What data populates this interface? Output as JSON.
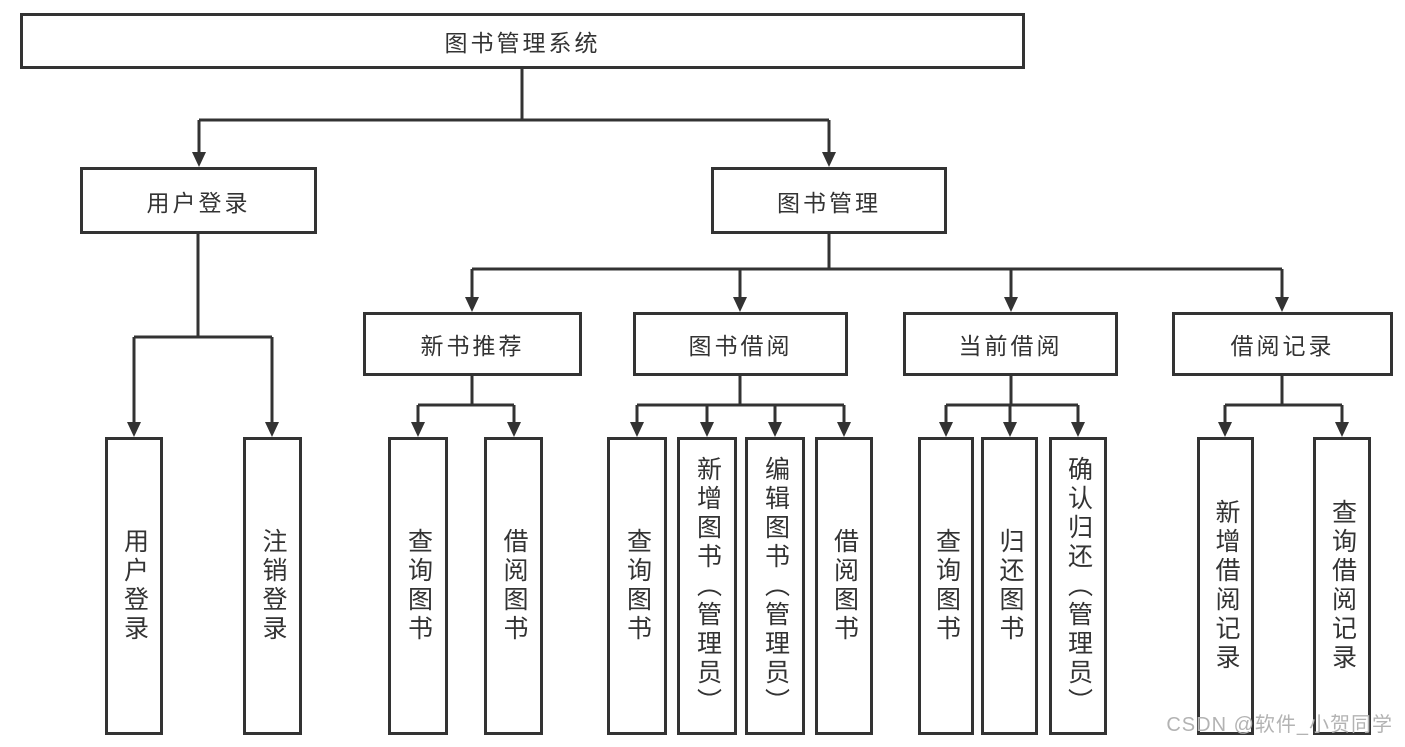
{
  "tree": {
    "label": "图书管理系统",
    "children": [
      {
        "label": "用户登录",
        "children": [
          {
            "label": "用户登录"
          },
          {
            "label": "注销登录"
          }
        ]
      },
      {
        "label": "图书管理",
        "children": [
          {
            "label": "新书推荐",
            "children": [
              {
                "label": "查询图书"
              },
              {
                "label": "借阅图书"
              }
            ]
          },
          {
            "label": "图书借阅",
            "children": [
              {
                "label": "查询图书"
              },
              {
                "label": "新增图书（管理员）"
              },
              {
                "label": "编辑图书（管理员）"
              },
              {
                "label": "借阅图书"
              }
            ]
          },
          {
            "label": "当前借阅",
            "children": [
              {
                "label": "查询图书"
              },
              {
                "label": "归还图书"
              },
              {
                "label": "确认归还（管理员）"
              }
            ]
          },
          {
            "label": "借阅记录",
            "children": [
              {
                "label": "新增借阅记录"
              },
              {
                "label": "查询借阅记录"
              }
            ]
          }
        ]
      }
    ]
  },
  "watermark": {
    "text": "CSDN @软件_小贺同学"
  },
  "colors": {
    "line": "#333333",
    "box_border": "#333333",
    "box_fill": "#ffffff",
    "text": "#333333",
    "watermark": "#b3b3b3",
    "background": "#ffffff"
  }
}
